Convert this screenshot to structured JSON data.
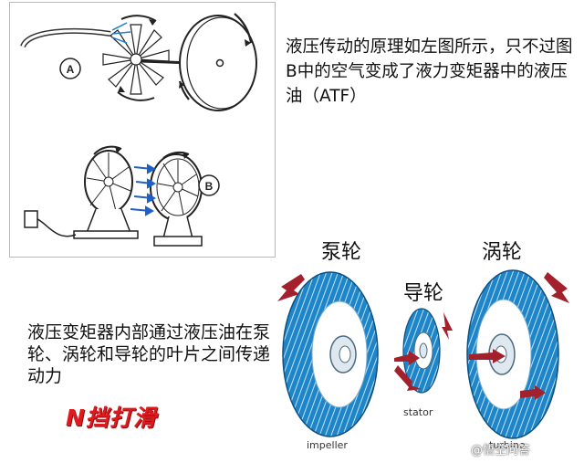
{
  "panel_ab": {
    "marker_a": "A",
    "marker_b": "B"
  },
  "description_top": "液压传动的原理如左图所示，只不过图B中的空气变成了液力变矩器中的液压油（ATF）",
  "description_left": "液压变矩器内部通过液压油在泵轮、涡轮和导轮的叶片之间传递动力",
  "torque_converter": {
    "pump_label": "泵轮",
    "stator_label": "导轮",
    "turbine_label": "涡轮",
    "impeller_caption": "impeller",
    "stator_caption": "stator",
    "turbine_caption": "turbine"
  },
  "badge": "N挡打滑",
  "watermark": "@悟空问答",
  "colors": {
    "blade_blue": "#1e86c8",
    "arrow_red": "#a3202d",
    "badge_red": "#e0191e"
  }
}
